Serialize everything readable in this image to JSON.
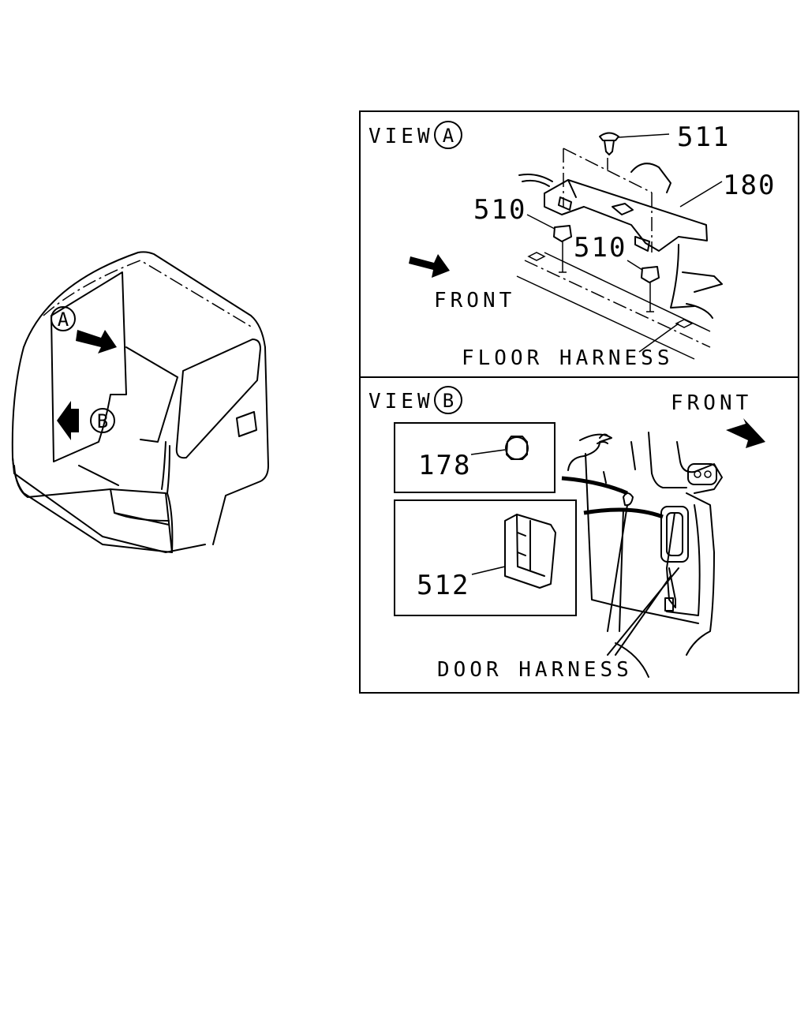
{
  "cab": {
    "marker_a": "A",
    "marker_b": "B"
  },
  "view_a": {
    "title": "VIEW",
    "marker": "A",
    "part_511": "511",
    "part_180": "180",
    "part_510_left": "510",
    "part_510_right": "510",
    "front_label": "FRONT",
    "floor_harness_label": "FLOOR HARNESS"
  },
  "view_b": {
    "title": "VIEW",
    "marker": "B",
    "front_label": "FRONT",
    "part_178": "178",
    "part_512": "512",
    "door_harness_label": "DOOR HARNESS"
  }
}
